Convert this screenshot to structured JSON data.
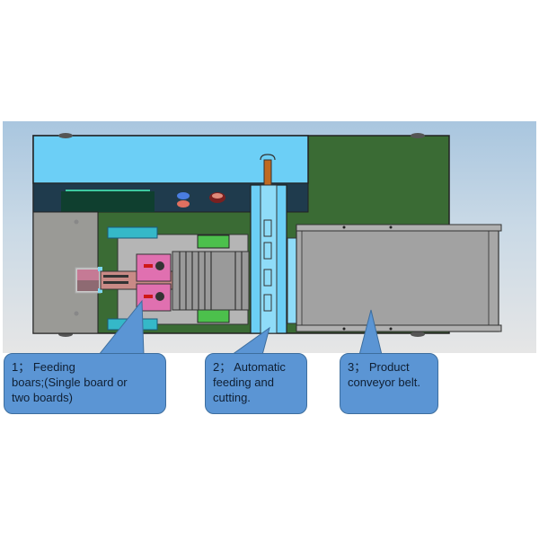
{
  "figure": {
    "title": "Machine layout overview",
    "colors": {
      "background_top": "#a9c6df",
      "background_bottom": "#e6e6e6",
      "top_cover": "#6ccff6",
      "dark_panel": "#1f3b4d",
      "green_plate": "#3a6b34",
      "grey_plate": "#9a9a96",
      "conveyor": "#a7a7a7",
      "pink_parts": "#e070b0",
      "callout_fill": "#5b95d4"
    }
  },
  "callouts": [
    {
      "id": 1,
      "lines": [
        "1； Feeding",
        "boars;(Single board or",
        "two boards)"
      ]
    },
    {
      "id": 2,
      "lines": [
        "2； Automatic",
        "feeding and",
        "cutting."
      ]
    },
    {
      "id": 3,
      "lines": [
        "3；  Product",
        "conveyor belt."
      ]
    }
  ]
}
